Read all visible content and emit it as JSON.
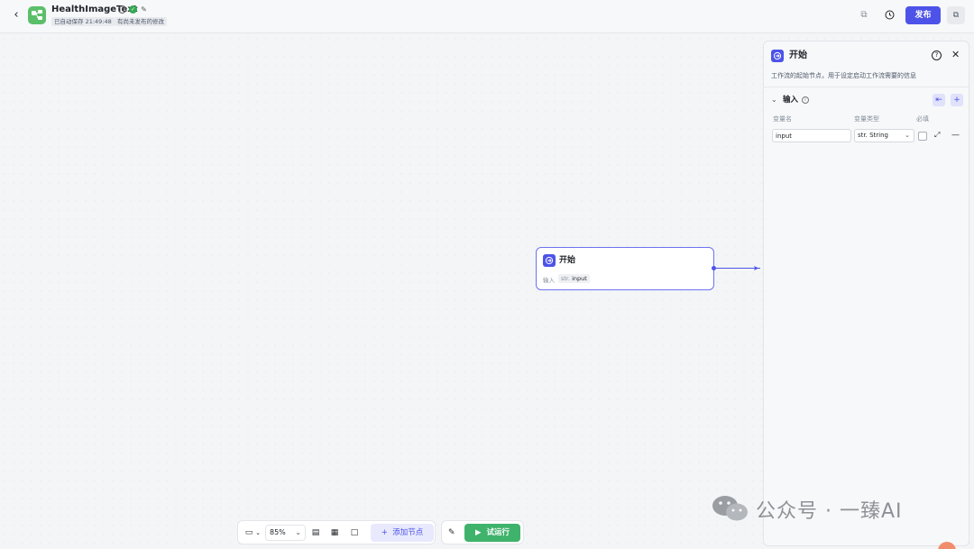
{
  "header": {
    "back_icon": "chevron-left-icon",
    "app_icon": "workflow-icon",
    "app_color": "#5bbf6a",
    "title": "HealthImageText",
    "autosave_text": "已自动保存 21:49:48",
    "unpublished_text": "有尚未发布的修改",
    "publish_label": "发布",
    "accent": "#4d53e8"
  },
  "canvas": {
    "start_node": {
      "title": "开始",
      "io_label": "输入",
      "var_type": "str.",
      "var_name": "input"
    }
  },
  "panel": {
    "title": "开始",
    "description": "工作流的起始节点，用于设定启动工作流需要的信息",
    "section_title": "输入",
    "columns": {
      "name": "变量名",
      "type": "变量类型",
      "required": "必填"
    },
    "variables": [
      {
        "name": "input",
        "type": "str. String",
        "required": false
      }
    ]
  },
  "toolbar": {
    "zoom": "85%",
    "add_node_label": "添加节点",
    "run_label": "试运行",
    "run_color": "#3fb36b"
  },
  "watermark": {
    "text": "公众号 · 一臻AI"
  }
}
